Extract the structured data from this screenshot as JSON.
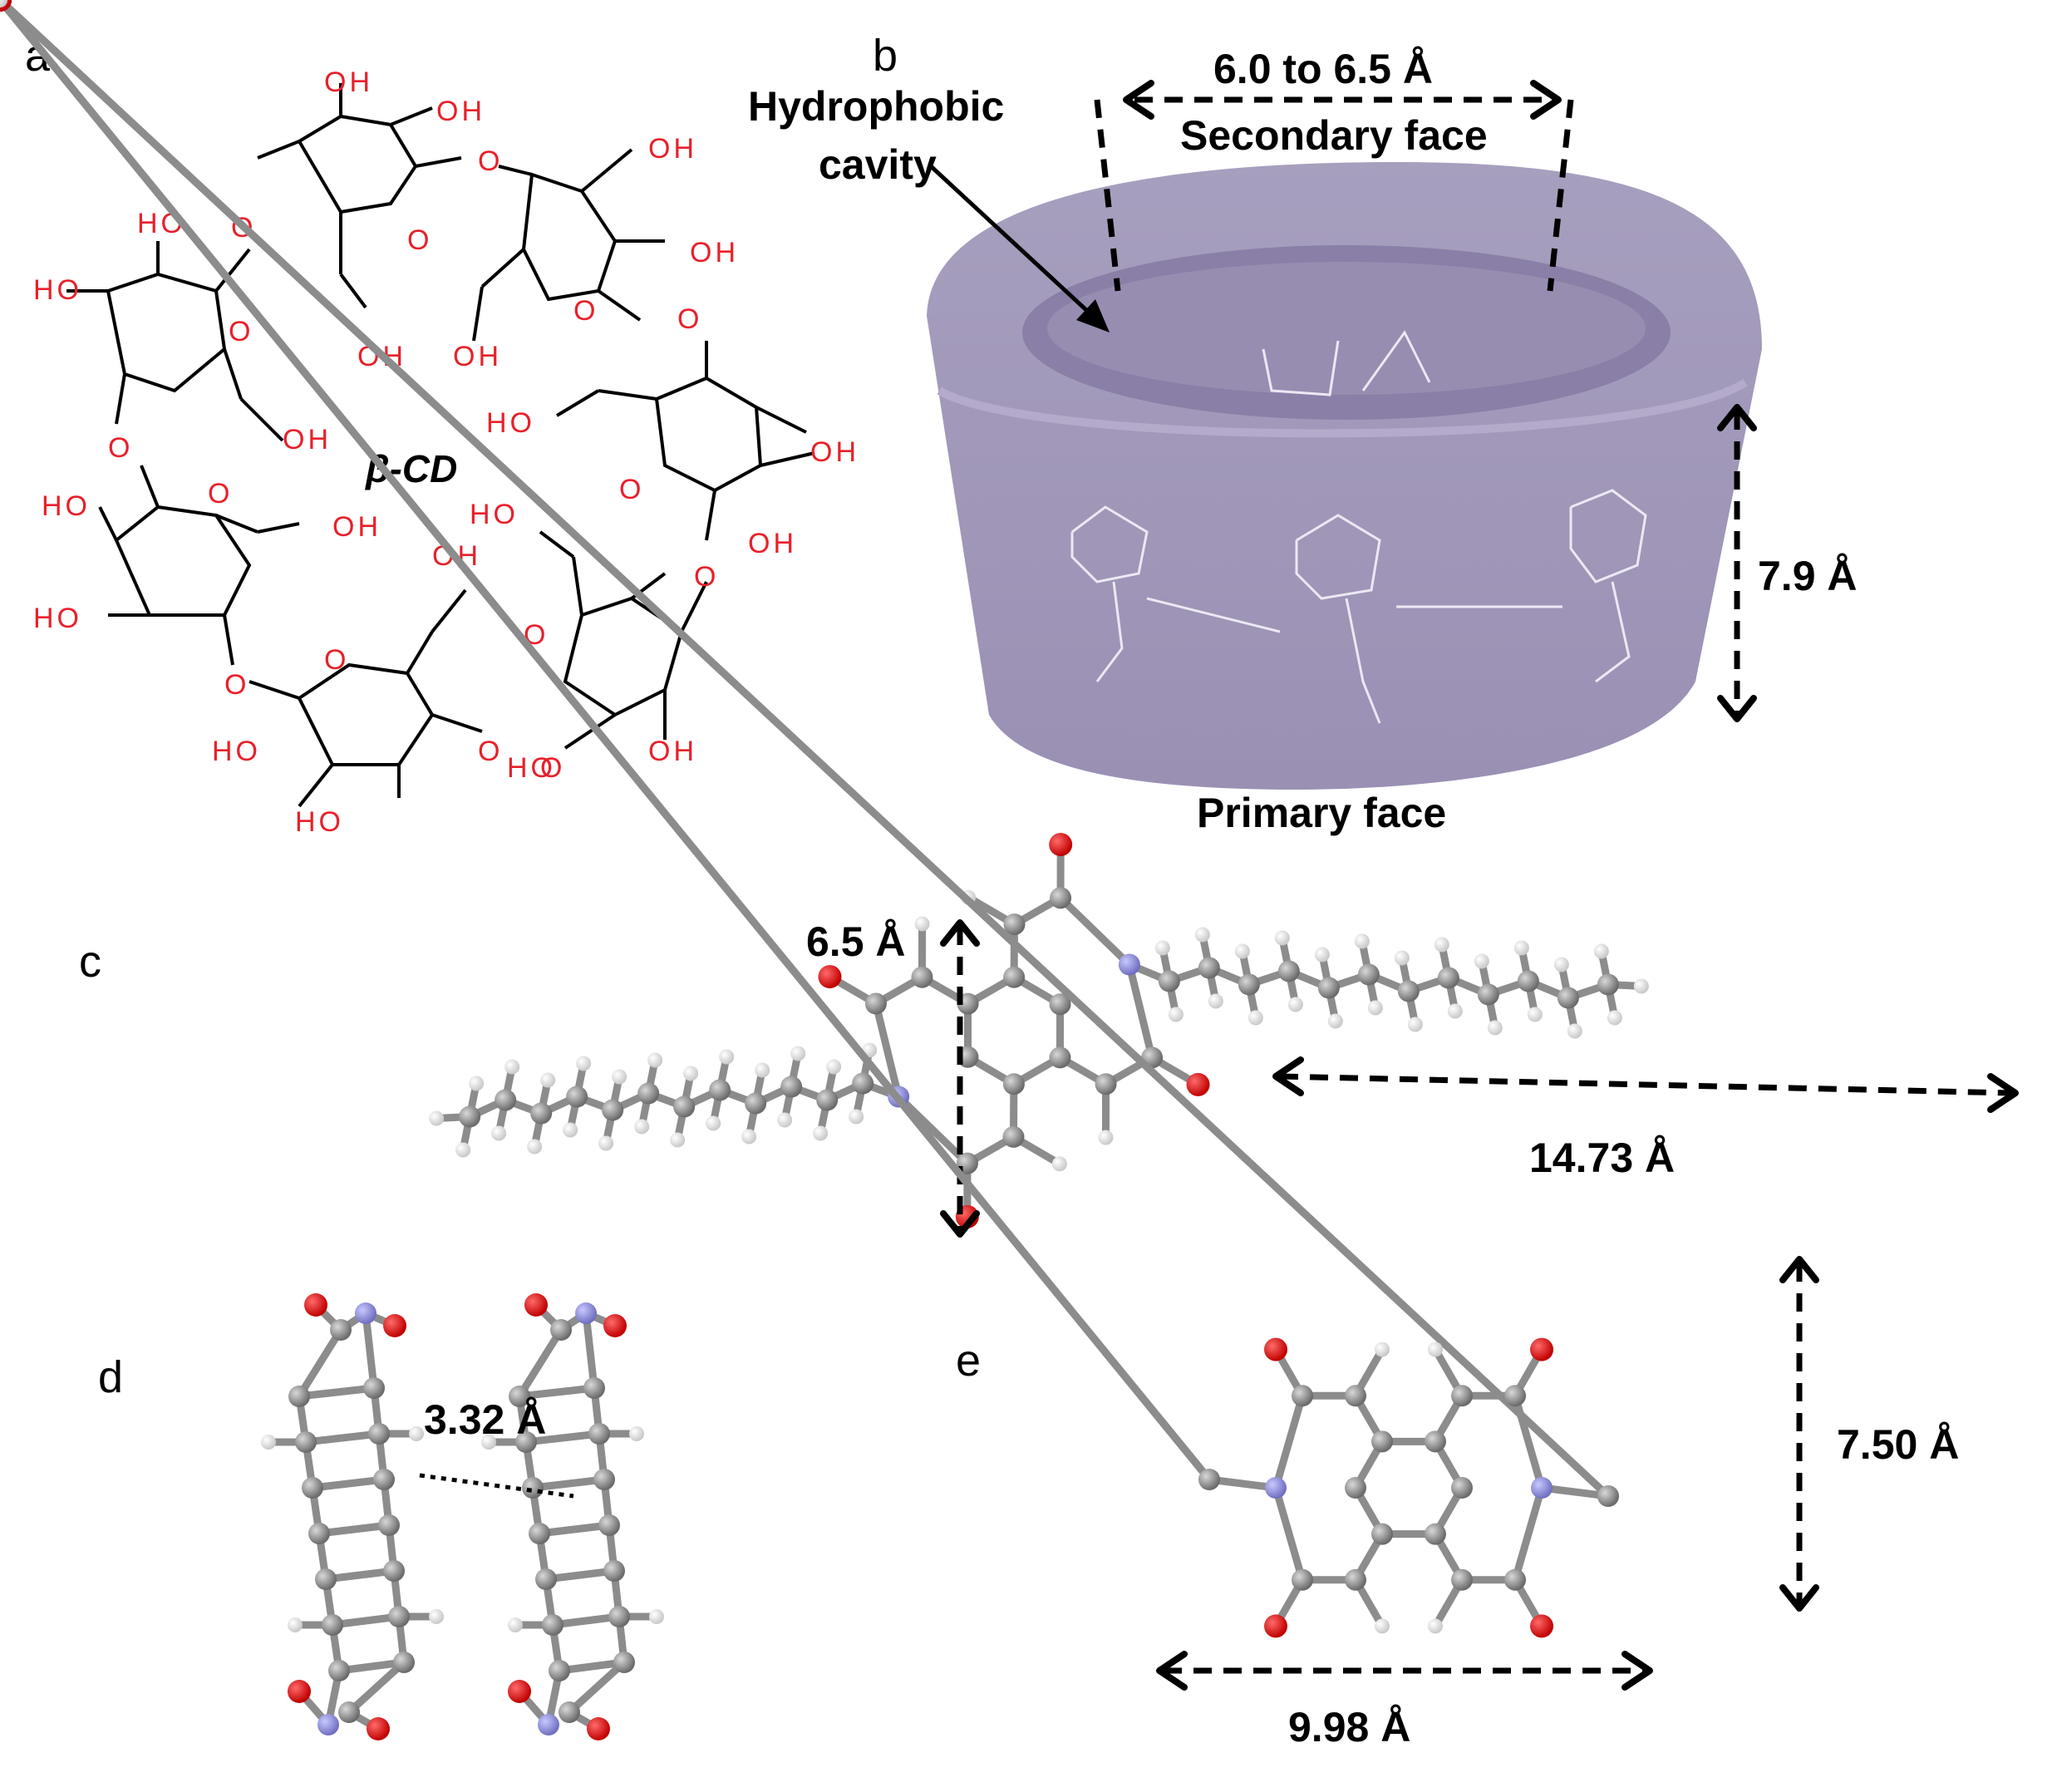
{
  "panels": {
    "a": "a",
    "b": "b",
    "c": "c",
    "d": "d",
    "e": "e"
  },
  "panel_a": {
    "title": "β-CD",
    "atom_labels": {
      "oh": "OH",
      "ho": "HO",
      "o": "O"
    }
  },
  "panel_b": {
    "cavity_label_line1": "Hydrophobic",
    "cavity_label_line2": "cavity",
    "rim_width": "6.0 to 6.5 Å",
    "secondary_face": "Secondary face",
    "primary_face": "Primary face",
    "height": "7.9 Å",
    "colors": {
      "torus": "#9d93b5",
      "torus_dark": "#857aa2",
      "ghost_lines": "#e8e4f0"
    }
  },
  "panel_c": {
    "core_width": "6.5 Å",
    "chain_length": "14.73 Å"
  },
  "panel_d": {
    "stack_distance": "3.32 Å"
  },
  "panel_e": {
    "height": "7.50 Å",
    "length": "9.98 Å"
  },
  "atom_colors": {
    "carbon": "#8c8c8c",
    "oxygen": "#e00000",
    "nitrogen": "#8a8ad6",
    "hydrogen": "#f2f2f2"
  }
}
